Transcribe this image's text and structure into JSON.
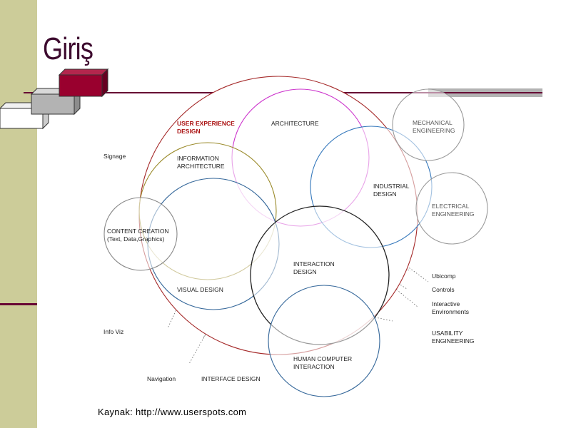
{
  "slide": {
    "title": "Giriş",
    "source": "Kaynak: http://www.userspots.com"
  },
  "diagram": {
    "circles": [
      {
        "id": "user-experience-design",
        "lines": [
          "USER EXPERIENCE",
          "DESIGN"
        ],
        "color": "#a52a2a"
      },
      {
        "id": "architecture",
        "lines": [
          "ARCHITECTURE"
        ],
        "color": "#cc33cc"
      },
      {
        "id": "information-architecture",
        "lines": [
          "INFORMATION",
          "ARCHITECTURE"
        ],
        "color": "#9a8a2a"
      },
      {
        "id": "industrial-design",
        "lines": [
          "INDUSTRIAL",
          "DESIGN"
        ],
        "color": "#3377bb"
      },
      {
        "id": "visual-design",
        "lines": [
          "VISUAL DESIGN"
        ],
        "color": "#336699"
      },
      {
        "id": "content-creation",
        "lines": [
          "CONTENT CREATION",
          "(Text, Data,Graphics)"
        ],
        "color": "#888888"
      },
      {
        "id": "interaction-design",
        "lines": [
          "INTERACTION",
          "DESIGN"
        ],
        "color": "#222222"
      },
      {
        "id": "human-computer-interaction",
        "lines": [
          "HUMAN COMPUTER",
          "INTERACTION"
        ],
        "color": "#336699"
      },
      {
        "id": "mechanical-engineering",
        "lines": [
          "MECHANICAL",
          "ENGINEERING"
        ],
        "color": "#999999"
      },
      {
        "id": "electrical-engineering",
        "lines": [
          "ELECTRICAL",
          "ENGINEERING"
        ],
        "color": "#999999"
      }
    ],
    "outer_labels": [
      {
        "id": "signage",
        "lines": [
          "Signage"
        ]
      },
      {
        "id": "info-viz",
        "lines": [
          "Info Viz"
        ]
      },
      {
        "id": "navigation",
        "lines": [
          "Navigation"
        ]
      },
      {
        "id": "interface-design",
        "lines": [
          "INTERFACE DESIGN"
        ]
      },
      {
        "id": "ubicomp",
        "lines": [
          "Ubicomp"
        ]
      },
      {
        "id": "controls",
        "lines": [
          "Controls"
        ]
      },
      {
        "id": "interactive-environments",
        "lines": [
          "Interactive",
          "Environments"
        ]
      },
      {
        "id": "usability-engineering",
        "lines": [
          "USABILITY",
          "ENGINEERING"
        ]
      }
    ]
  }
}
